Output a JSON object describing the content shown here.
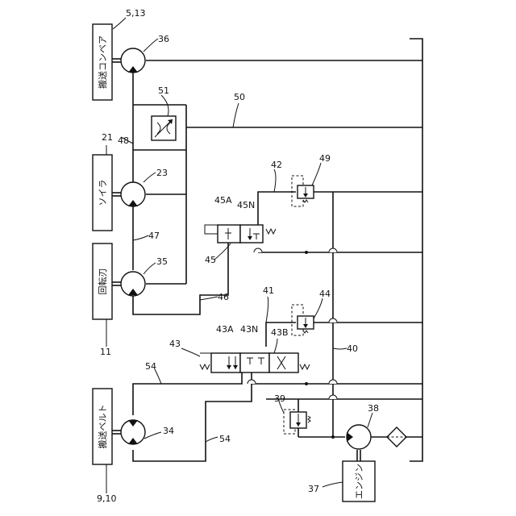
{
  "components": {
    "conveyor": "搬送コンベア",
    "auger": "ソイラ",
    "rotary_blade": "回転刃",
    "transport_belt": "搬送ベルト",
    "engine": "エンジン"
  },
  "refs": {
    "r_5_13": "5,13",
    "r_21": "21",
    "r_11": "11",
    "r_9_10": "9,10",
    "r_36": "36",
    "r_51": "51",
    "r_50": "50",
    "r_48": "48",
    "r_23": "23",
    "r_42": "42",
    "r_49": "49",
    "r_45A": "45A",
    "r_45N": "45N",
    "r_47": "47",
    "r_35": "35",
    "r_45": "45",
    "r_46": "46",
    "r_41": "41",
    "r_44": "44",
    "r_43A": "43A",
    "r_43N": "43N",
    "r_43B": "43B",
    "r_43": "43",
    "r_40": "40",
    "r_54a": "54",
    "r_54b": "54",
    "r_39": "39",
    "r_38": "38",
    "r_34": "34",
    "r_37": "37"
  }
}
